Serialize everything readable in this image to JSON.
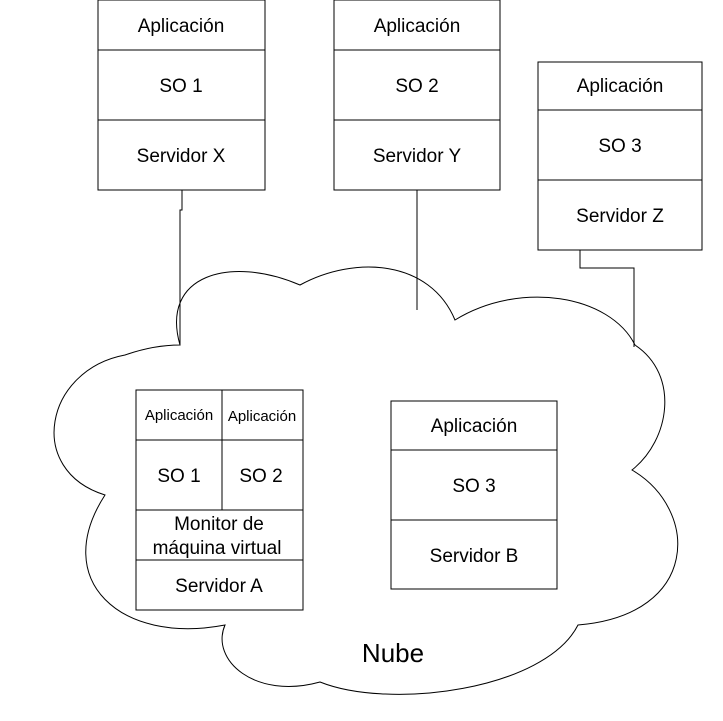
{
  "servers": {
    "x": {
      "app": "Aplicación",
      "os": "SO 1",
      "server": "Servidor X"
    },
    "y": {
      "app": "Aplicación",
      "os": "SO 2",
      "server": "Servidor Y"
    },
    "z": {
      "app": "Aplicación",
      "os": "SO 3",
      "server": "Servidor Z"
    }
  },
  "cloud": {
    "label": "Nube",
    "server_a": {
      "app1": "Aplicación",
      "app2": "Aplicación",
      "os1": "SO 1",
      "os2": "SO 2",
      "monitor_line1": "Monitor de",
      "monitor_line2": "máquina virtual",
      "server": "Servidor A"
    },
    "server_b": {
      "app": "Aplicación",
      "os": "SO 3",
      "server": "Servidor B"
    }
  }
}
